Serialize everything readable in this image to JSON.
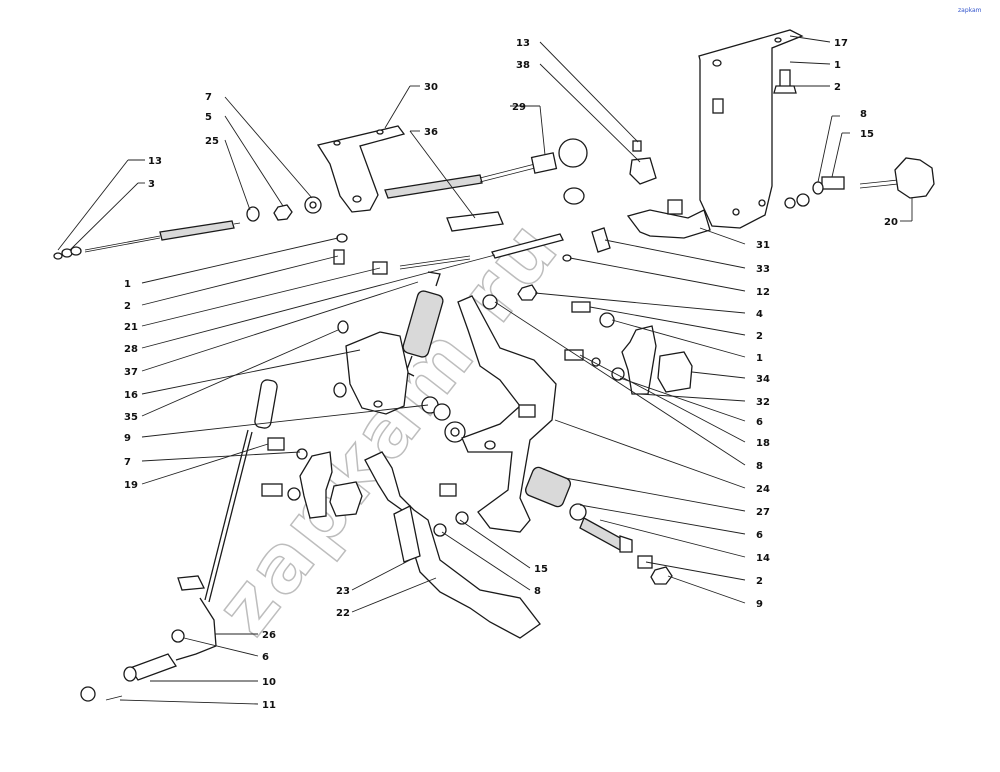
{
  "diagram": {
    "logo_text": "zapkam",
    "watermark": "zapkam.ru",
    "callouts": [
      {
        "id": "c13a",
        "label": "13"
      },
      {
        "id": "c3",
        "label": "3"
      },
      {
        "id": "c7a",
        "label": "7"
      },
      {
        "id": "c5",
        "label": "5"
      },
      {
        "id": "c25",
        "label": "25"
      },
      {
        "id": "c30",
        "label": "30"
      },
      {
        "id": "c36",
        "label": "36"
      },
      {
        "id": "c29",
        "label": "29"
      },
      {
        "id": "c13b",
        "label": "13"
      },
      {
        "id": "c38",
        "label": "38"
      },
      {
        "id": "c17",
        "label": "17"
      },
      {
        "id": "c1a",
        "label": "1"
      },
      {
        "id": "c2a",
        "label": "2"
      },
      {
        "id": "c8a",
        "label": "8"
      },
      {
        "id": "c15a",
        "label": "15"
      },
      {
        "id": "c20",
        "label": "20"
      },
      {
        "id": "c1b",
        "label": "1"
      },
      {
        "id": "c2b",
        "label": "2"
      },
      {
        "id": "c21",
        "label": "21"
      },
      {
        "id": "c28",
        "label": "28"
      },
      {
        "id": "c37",
        "label": "37"
      },
      {
        "id": "c16",
        "label": "16"
      },
      {
        "id": "c35",
        "label": "35"
      },
      {
        "id": "c9a",
        "label": "9"
      },
      {
        "id": "c7b",
        "label": "7"
      },
      {
        "id": "c19",
        "label": "19"
      },
      {
        "id": "c31",
        "label": "31"
      },
      {
        "id": "c33",
        "label": "33"
      },
      {
        "id": "c12",
        "label": "12"
      },
      {
        "id": "c4",
        "label": "4"
      },
      {
        "id": "c2c",
        "label": "2"
      },
      {
        "id": "c1c",
        "label": "1"
      },
      {
        "id": "c34",
        "label": "34"
      },
      {
        "id": "c32",
        "label": "32"
      },
      {
        "id": "c6a",
        "label": "6"
      },
      {
        "id": "c18",
        "label": "18"
      },
      {
        "id": "c8b",
        "label": "8"
      },
      {
        "id": "c24",
        "label": "24"
      },
      {
        "id": "c27",
        "label": "27"
      },
      {
        "id": "c6b",
        "label": "6"
      },
      {
        "id": "c14",
        "label": "14"
      },
      {
        "id": "c2d",
        "label": "2"
      },
      {
        "id": "c9b",
        "label": "9"
      },
      {
        "id": "c15b",
        "label": "15"
      },
      {
        "id": "c8c",
        "label": "8"
      },
      {
        "id": "c23",
        "label": "23"
      },
      {
        "id": "c22",
        "label": "22"
      },
      {
        "id": "c26",
        "label": "26"
      },
      {
        "id": "c6c",
        "label": "6"
      },
      {
        "id": "c10",
        "label": "10"
      },
      {
        "id": "c11",
        "label": "11"
      }
    ]
  }
}
